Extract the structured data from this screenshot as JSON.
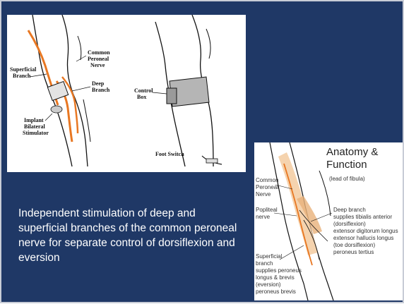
{
  "caption": "Independent stimulation of deep and superficial branches of the common peroneal nerve for separate control of dorsiflexion and eversion",
  "figure_left": {
    "labels": {
      "common_peroneal_1": "Common",
      "common_peroneal_2": "Peroneal",
      "common_peroneal_3": "Nerve",
      "superficial_1": "Superficial",
      "superficial_2": "Branch",
      "deep_1": "Deep",
      "deep_2": "Branch",
      "implant_1": "Implant",
      "implant_2": "Bilateral",
      "implant_3": "Stimulator",
      "control_1": "Control",
      "control_2": "Box",
      "foot_switch": "Foot Switch"
    }
  },
  "figure_right": {
    "title_1": "Anatomy &",
    "title_2": "Function",
    "subtitle": "(lead of fibula)",
    "labels": {
      "common_1": "Common",
      "common_2": "Peroneal",
      "common_3": "Nerve",
      "popliteal_1": "Popliteal",
      "popliteal_2": "nerve",
      "deep_title": "Deep branch",
      "deep_1": "supplies tibialis anterior",
      "deep_2": "(dorsiflexion)",
      "deep_3": "extensor digitorum longus",
      "deep_4": "extensor hallucis longus",
      "deep_5": "(toe dorsiflexion)",
      "deep_6": "peroneus tertius",
      "superficial_1": "Superficial",
      "superficial_2": "branch",
      "superficial_3": "supplies peroneus",
      "superficial_4": "longus & brevis",
      "superficial_5": "(eversion)",
      "superficial_6": "peroneus brevis"
    }
  },
  "colors": {
    "background": "#1f3866",
    "nerve": "#e87722",
    "text": "#ffffff"
  }
}
